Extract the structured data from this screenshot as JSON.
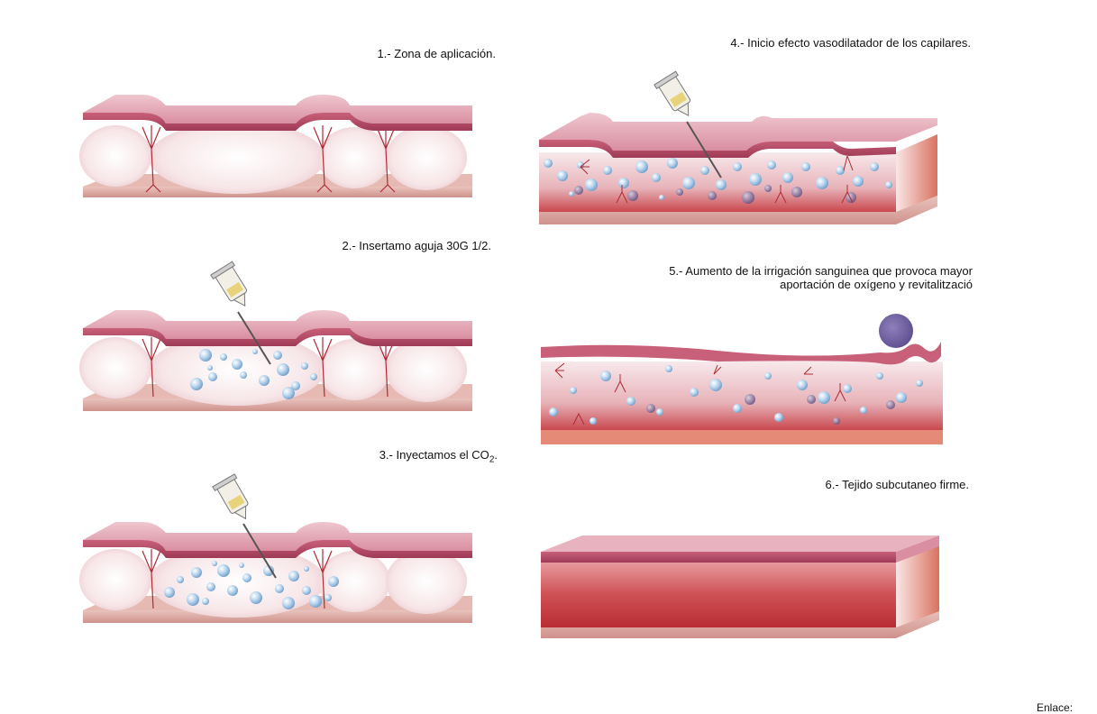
{
  "steps": [
    {
      "num": "1.-",
      "text": "Zona de aplicación."
    },
    {
      "num": "2.-",
      "text": "Insertamo aguja 30G 1/2."
    },
    {
      "num": "3.-",
      "text": "Inyectamos el CO",
      "sub": "2",
      "suffix": "."
    },
    {
      "num": "4.-",
      "text": "Inicio efecto vasodilatador de los capilares."
    },
    {
      "num": "5.-",
      "line1": "Aumento de la irrigación sanguinea que provoca mayor",
      "line2": "aportación de oxígeno y revitalització"
    },
    {
      "num": "6.-",
      "text": "Tejido subcutaneo firme."
    }
  ],
  "footer": "Enlace:",
  "colors": {
    "skin_top": "#e8b4bf",
    "skin_edge": "#b84a64",
    "fat_cell": "#f6e1e4",
    "base_plate": "#dca69f",
    "fiber": "#b02a33",
    "bubble": "#a9cbe8",
    "blood_deep": "#c0343a",
    "bump": "#6b5a9c",
    "syringe_body": "#f2f0e6",
    "syringe_fluid": "#e8d27a"
  },
  "icons": [
    "syringe-icon"
  ]
}
